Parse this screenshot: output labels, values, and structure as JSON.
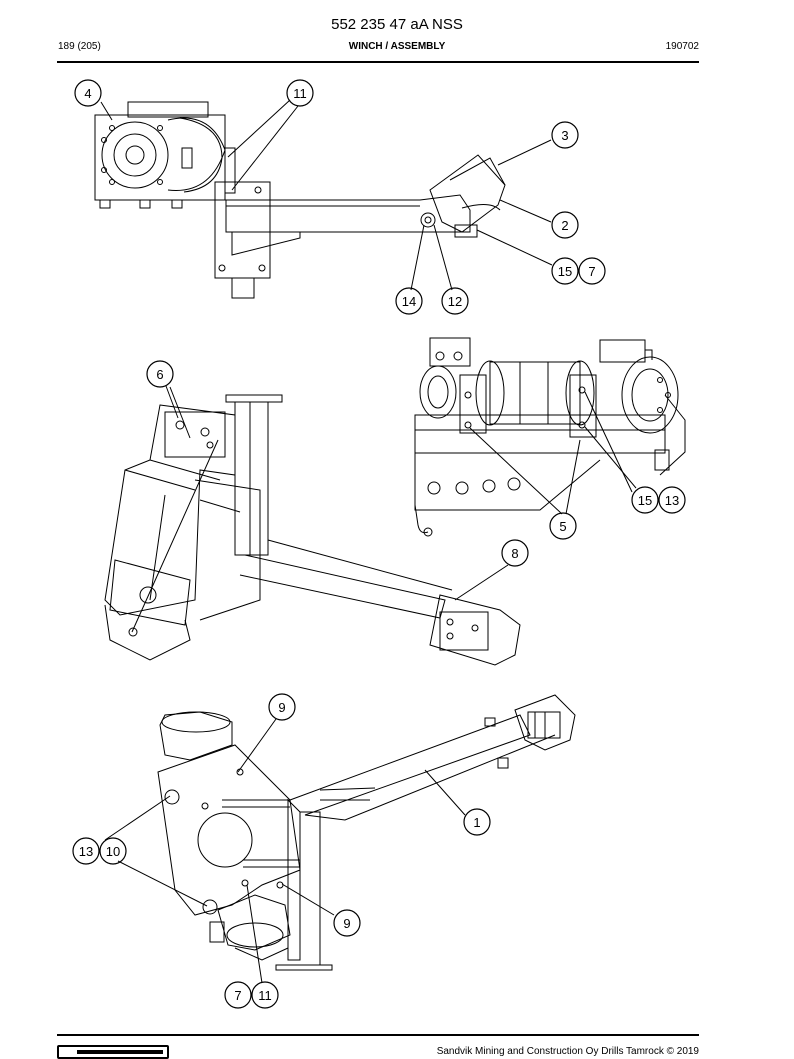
{
  "header": {
    "doc_number": "552 235 47 aA NSS",
    "page": "189 (205)",
    "section": "WINCH / ASSEMBLY",
    "date_code": "190702"
  },
  "footer": {
    "copyright": "Sandvik Mining and Construction Oy Drills Tamrock © 2019",
    "logo_icon": "sandvik-logo-icon"
  },
  "callouts": [
    "4",
    "11",
    "3",
    "2",
    "15",
    "7",
    "14",
    "12",
    "6",
    "15",
    "13",
    "5",
    "8",
    "9",
    "1",
    "13",
    "10",
    "9",
    "7",
    "11"
  ]
}
